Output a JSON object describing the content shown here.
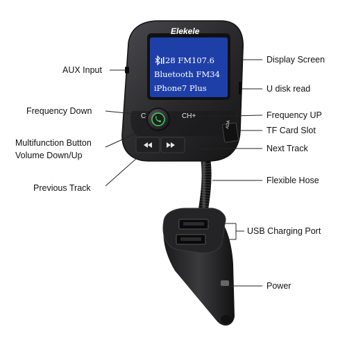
{
  "device": {
    "brand": "Elekele",
    "screen": {
      "line1": "28 FM107.6",
      "line2": "Bluetooth FM34",
      "line3": "iPhone7 Plus"
    },
    "buttons": {
      "channel_down": "C",
      "channel_up": "CH+"
    },
    "tf_card_text": "ADA"
  },
  "labels": {
    "aux_input": "AUX Input",
    "frequency_down": "Frequency Down",
    "multifunction_line1": "Multifunction Button",
    "multifunction_line2": "Volume Down/Up",
    "previous_track": "Previous Track",
    "display_screen": "Display Screen",
    "u_disk_read": "U disk read",
    "frequency_up": "Frequency UP",
    "tf_card_slot": "TF Card Slot",
    "next_track": "Next Track",
    "flexible_hose": "Flexible Hose",
    "usb_charging_port": "USB Charging Port",
    "power": "Power"
  },
  "icons": {
    "bluetooth": "bluetooth-icon",
    "sound": "sound-bars-icon",
    "phone": "phone-icon",
    "previous": "previous-track-icon",
    "next": "next-track-icon"
  },
  "colors": {
    "body": "#2a2a2c",
    "screen": "#1f3fa8",
    "accent": "#3fd05a",
    "lines": "#222222"
  }
}
